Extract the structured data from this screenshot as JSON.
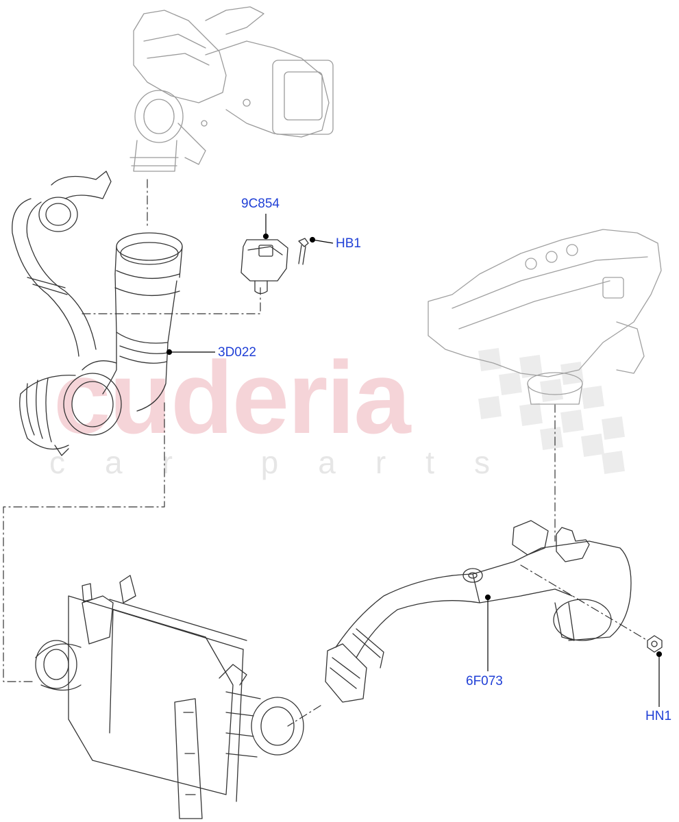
{
  "watermark": {
    "brand": "cuderia",
    "tagline": "car parts",
    "brand_color": "#f2c6cb",
    "tagline_color": "#e6e6e6"
  },
  "callouts": {
    "hose_sensor": "9C854",
    "bolt": "HB1",
    "upper_hose": "3D022",
    "lower_pipe": "6F073",
    "nut": "HN1"
  },
  "colors": {
    "line_art": "#333333",
    "callout_text": "#1f3fd6"
  }
}
